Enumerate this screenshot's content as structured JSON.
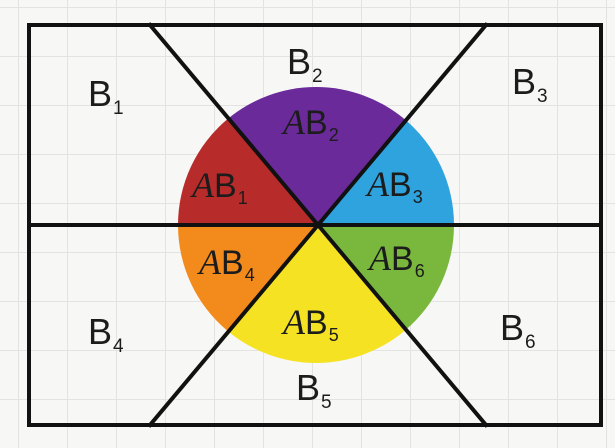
{
  "partition": {
    "regions": [
      {
        "id": "b1",
        "label": "B",
        "subscript": "1"
      },
      {
        "id": "b2",
        "label": "B",
        "subscript": "2"
      },
      {
        "id": "b3",
        "label": "B",
        "subscript": "3"
      },
      {
        "id": "b4",
        "label": "B",
        "subscript": "4"
      },
      {
        "id": "b5",
        "label": "B",
        "subscript": "5"
      },
      {
        "id": "b6",
        "label": "B",
        "subscript": "6"
      }
    ]
  },
  "event_a": {
    "symbol": "A",
    "sectors": [
      {
        "id": "ab1",
        "label": "B",
        "subscript": "1",
        "color": "#b72b2b"
      },
      {
        "id": "ab2",
        "label": "B",
        "subscript": "2",
        "color": "#6b2a9a"
      },
      {
        "id": "ab3",
        "label": "B",
        "subscript": "3",
        "color": "#2ea3dd"
      },
      {
        "id": "ab4",
        "label": "B",
        "subscript": "4",
        "color": "#f28a1c"
      },
      {
        "id": "ab5",
        "label": "B",
        "subscript": "5",
        "color": "#f5e323"
      },
      {
        "id": "ab6",
        "label": "B",
        "subscript": "6",
        "color": "#7ab83d"
      }
    ]
  },
  "colors": {
    "lines": "#111111",
    "text": "#1c1c1c",
    "grid": "#e3e3e1",
    "background": "#f7f7f5"
  }
}
